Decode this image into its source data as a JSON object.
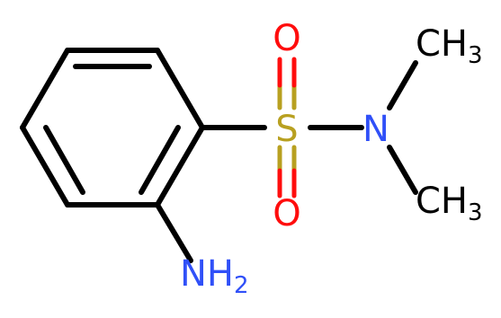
{
  "molecule": {
    "atoms": {
      "sulfur": {
        "symbol": "S",
        "color": "#b8a020"
      },
      "oxygen_top": {
        "symbol": "O",
        "color": "#ff0d0d"
      },
      "oxygen_bottom": {
        "symbol": "O",
        "color": "#ff0d0d"
      },
      "nitrogen": {
        "symbol": "N",
        "color": "#3050f8"
      },
      "methyl_top": {
        "symbol": "CH",
        "subscript": "3",
        "color": "#000000"
      },
      "methyl_bottom": {
        "symbol": "CH",
        "subscript": "3",
        "color": "#000000"
      },
      "amine": {
        "symbol": "NH",
        "subscript": "2",
        "color": "#3050f8"
      }
    },
    "bond_color": "#000000"
  }
}
